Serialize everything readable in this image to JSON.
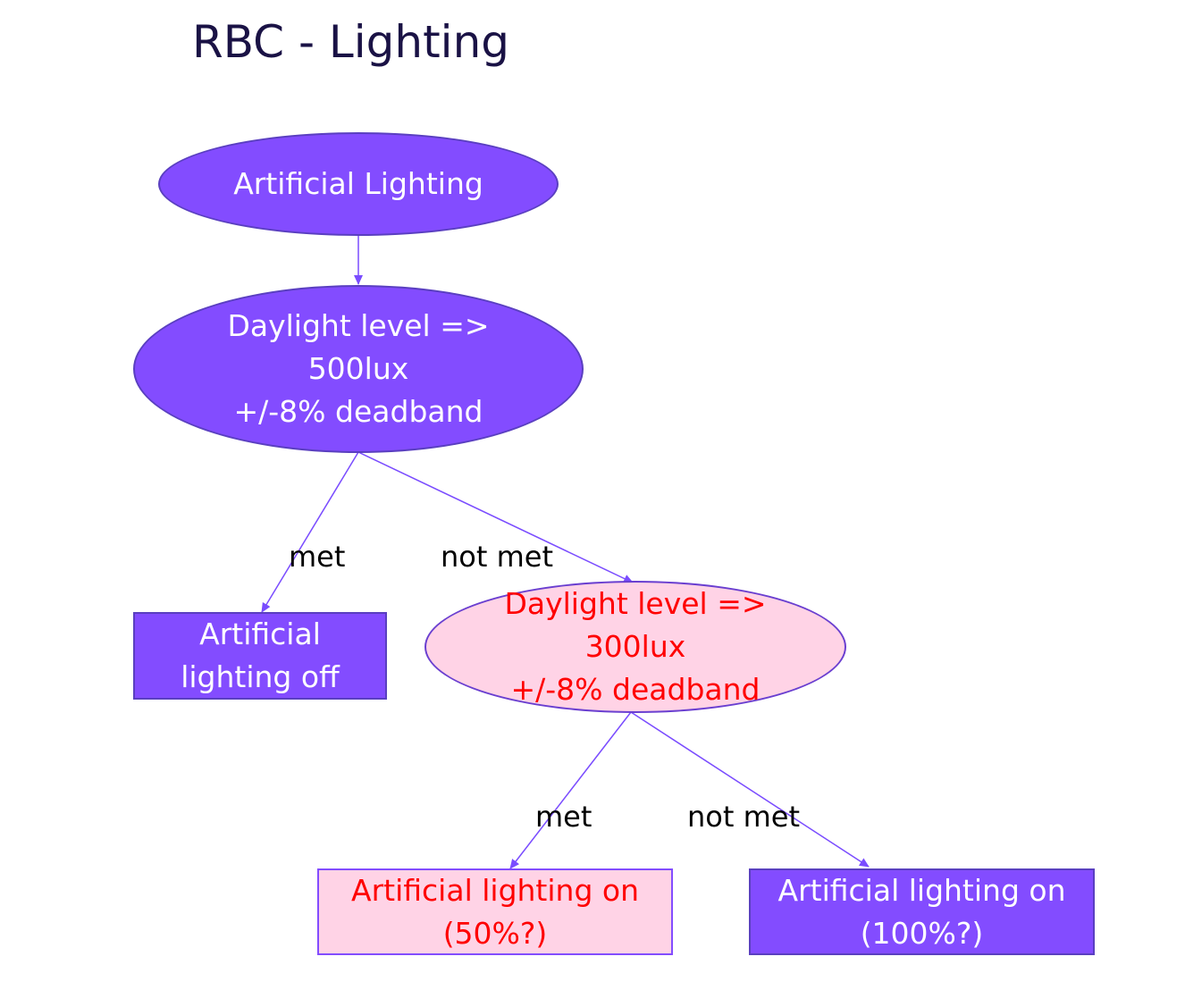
{
  "title": "RBC - Lighting",
  "colors": {
    "purple_fill": "#834cff",
    "pink_fill": "#ffd3e6",
    "red_text": "#ff0000",
    "connector": "#7a4cff"
  },
  "nodes": {
    "root": {
      "label": "Artificial Lighting"
    },
    "check_500": {
      "lines": [
        "Daylight level =>",
        "500lux",
        "+/-8% deadband"
      ]
    },
    "off": {
      "lines": [
        "Artificial",
        "lighting off"
      ]
    },
    "check_300": {
      "lines": [
        "Daylight level =>",
        "300lux",
        "+/-8% deadband"
      ]
    },
    "on_50": {
      "lines": [
        "Artificial lighting on",
        "(50%?)"
      ]
    },
    "on_100": {
      "lines": [
        "Artificial lighting on",
        "(100%?)"
      ]
    }
  },
  "edges": {
    "check_500_met": "met",
    "check_500_not_met": "not met",
    "check_300_met": "met",
    "check_300_not_met": "not met"
  }
}
